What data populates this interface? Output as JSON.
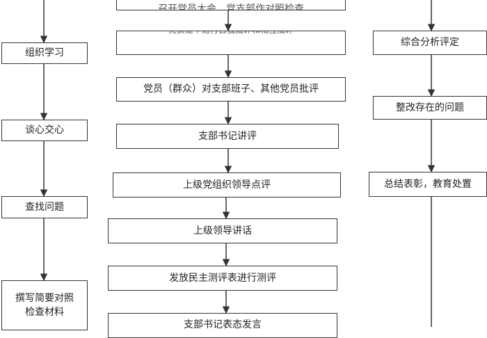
{
  "colors": {
    "line": "#333333",
    "text": "#222222",
    "background": "#ffffff"
  },
  "left_column": {
    "organize_study": "组织学习",
    "heart_to_heart": "谈心交心",
    "find_problems": "查找问题",
    "write_materials_line1": "撰写简要对照",
    "write_materials_line2": "检查材料"
  },
  "middle_column": {
    "top_partial": "召开党员大会，党支部作对照检查",
    "second_partial": "党员逐个进行自我批评和相互批评",
    "member_critique": "党员（群众）对支部班子、其他党员批评",
    "secretary_comment": "支部书记讲评",
    "superior_org_comment": "上级党组织领导点评",
    "superior_speech": "上级领导讲话",
    "democratic_survey": "发放民主测评表进行测评",
    "secretary_statement": "支部书记表态发言"
  },
  "right_column": {
    "comprehensive_analysis": "综合分析评定",
    "rectify_problems": "整改存在的问题",
    "summary_commend": "总结表彰，教育处置"
  }
}
